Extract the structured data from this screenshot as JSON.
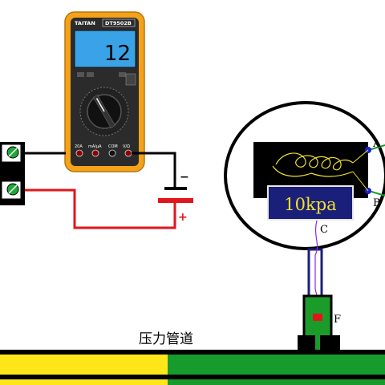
{
  "multimeter": {
    "brand": "TAITAN",
    "model": "DT9502B",
    "display_value": "12",
    "jacks": [
      "20A",
      "mA/µA",
      "COM",
      "V/Ω"
    ]
  },
  "battery": {
    "minus": "−",
    "plus": "+"
  },
  "sensor": {
    "readout": "10kpa",
    "terminal_a": "A",
    "terminal_b": "B",
    "port_c": "C",
    "fitting_f": "F"
  },
  "pipe": {
    "label": "压力管道",
    "colors": {
      "yellow": "#ffe619",
      "green": "#169b2c",
      "stripe": "#000000"
    }
  },
  "colors": {
    "meter_case": "#f4a21a",
    "lcd": "#3aa2e6",
    "wire_black": "#000000",
    "wire_red": "#e0161b",
    "wire_green": "#169b2c",
    "sensor_box": "#1a1f7a",
    "coil": "#f2e12a"
  }
}
